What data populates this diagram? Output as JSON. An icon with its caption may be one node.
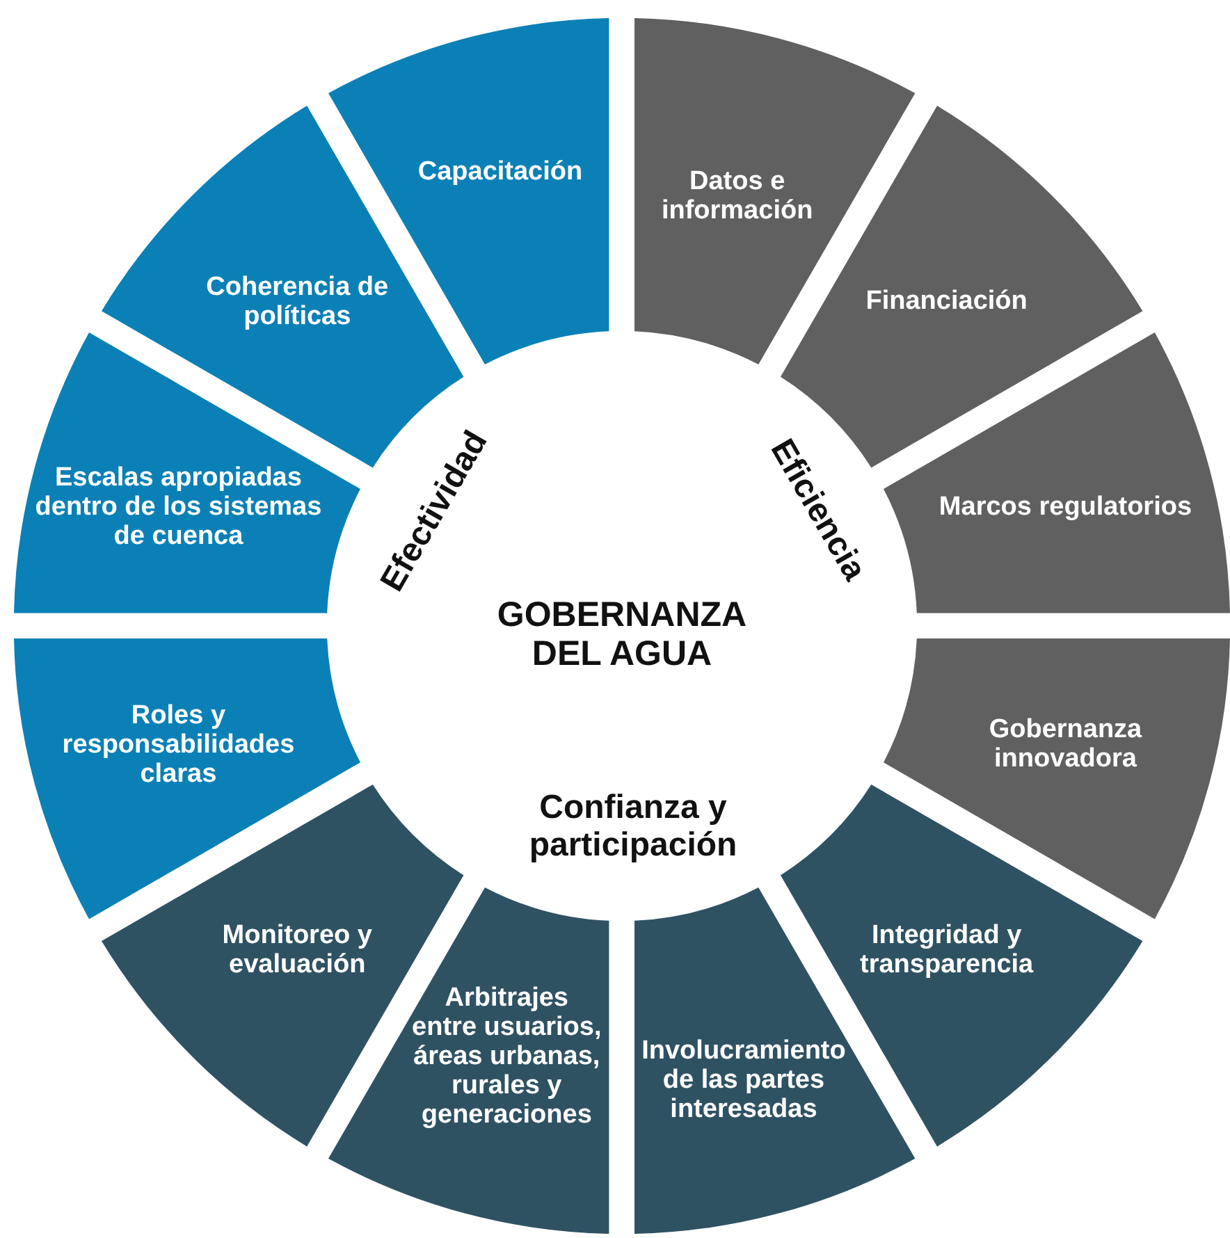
{
  "diagram": {
    "nodes": [
      {
        "text": [
          "GOBERNANZA DEL AGUA"
        ]
      },
      {
        "text": [
          "Capacitación"
        ]
      },
      {
        "text": [
          "Datos e información"
        ]
      },
      {
        "text": [
          "Financiación"
        ]
      },
      {
        "text": [
          "Marcos regulatorios"
        ]
      },
      {
        "text": [
          "Gobernanza innovadora"
        ]
      },
      {
        "text": [
          "Integridad y transparencia"
        ]
      },
      {
        "text": [
          "Involucramiento de las partes interesadas"
        ]
      },
      {
        "text": [
          "Arbitrajes entre usuarios, áreas urbanas, rurales y generaciones"
        ]
      },
      {
        "text": [
          "Monitoreo y evaluación"
        ]
      },
      {
        "text": [
          "Roles y responsabilidades claras"
        ]
      },
      {
        "text": [
          "Escalas apropiadas dentro de los sistemas de cuenca"
        ]
      },
      {
        "text": [
          "Coherencia de políticas"
        ]
      }
    ],
    "edges": [],
    "labels": [
      "Efectividad",
      "Eficiencia",
      "Confianza y participación"
    ]
  }
}
